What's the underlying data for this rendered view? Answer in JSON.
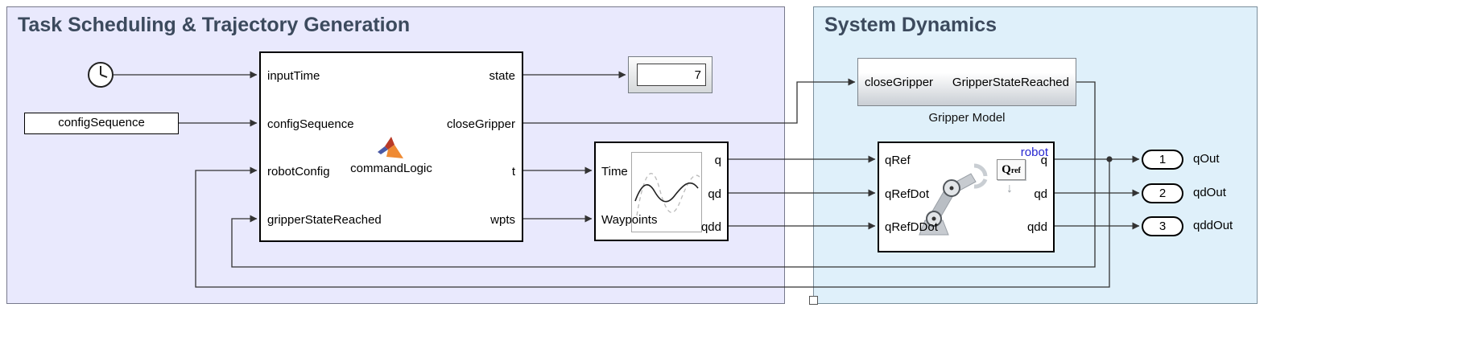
{
  "regions": {
    "task": {
      "title": "Task Scheduling & Trajectory Generation"
    },
    "dynamics": {
      "title": "System Dynamics"
    }
  },
  "blocks": {
    "config_sequence": {
      "label": "configSequence"
    },
    "command_logic": {
      "label": "commandLogic",
      "inputs": [
        "inputTime",
        "configSequence",
        "robotConfig",
        "gripperStateReached"
      ],
      "outputs": [
        "state",
        "closeGripper",
        "t",
        "wpts"
      ]
    },
    "display": {
      "value": "7"
    },
    "trajectory": {
      "inputs": [
        "Time",
        "Waypoints"
      ],
      "outputs": [
        "q",
        "qd",
        "qdd"
      ]
    },
    "gripper": {
      "input": "closeGripper",
      "output": "GripperStateReached",
      "caption": "Gripper Model"
    },
    "robot": {
      "label": "robot",
      "badge_main": "Q",
      "badge_sub": "ref",
      "inputs": [
        "qRef",
        "qRefDot",
        "qRefDDot"
      ],
      "outputs": [
        "q",
        "qd",
        "qdd"
      ]
    },
    "outports": [
      {
        "number": "1",
        "label": "qOut"
      },
      {
        "number": "2",
        "label": "qdOut"
      },
      {
        "number": "3",
        "label": "qddOut"
      }
    ]
  },
  "colors": {
    "task_bg": "#e9e9fd",
    "dynamics_bg": "#dff0fa",
    "title": "#3c4a5d",
    "robot_label": "#2525d0",
    "wire": "#333333"
  }
}
